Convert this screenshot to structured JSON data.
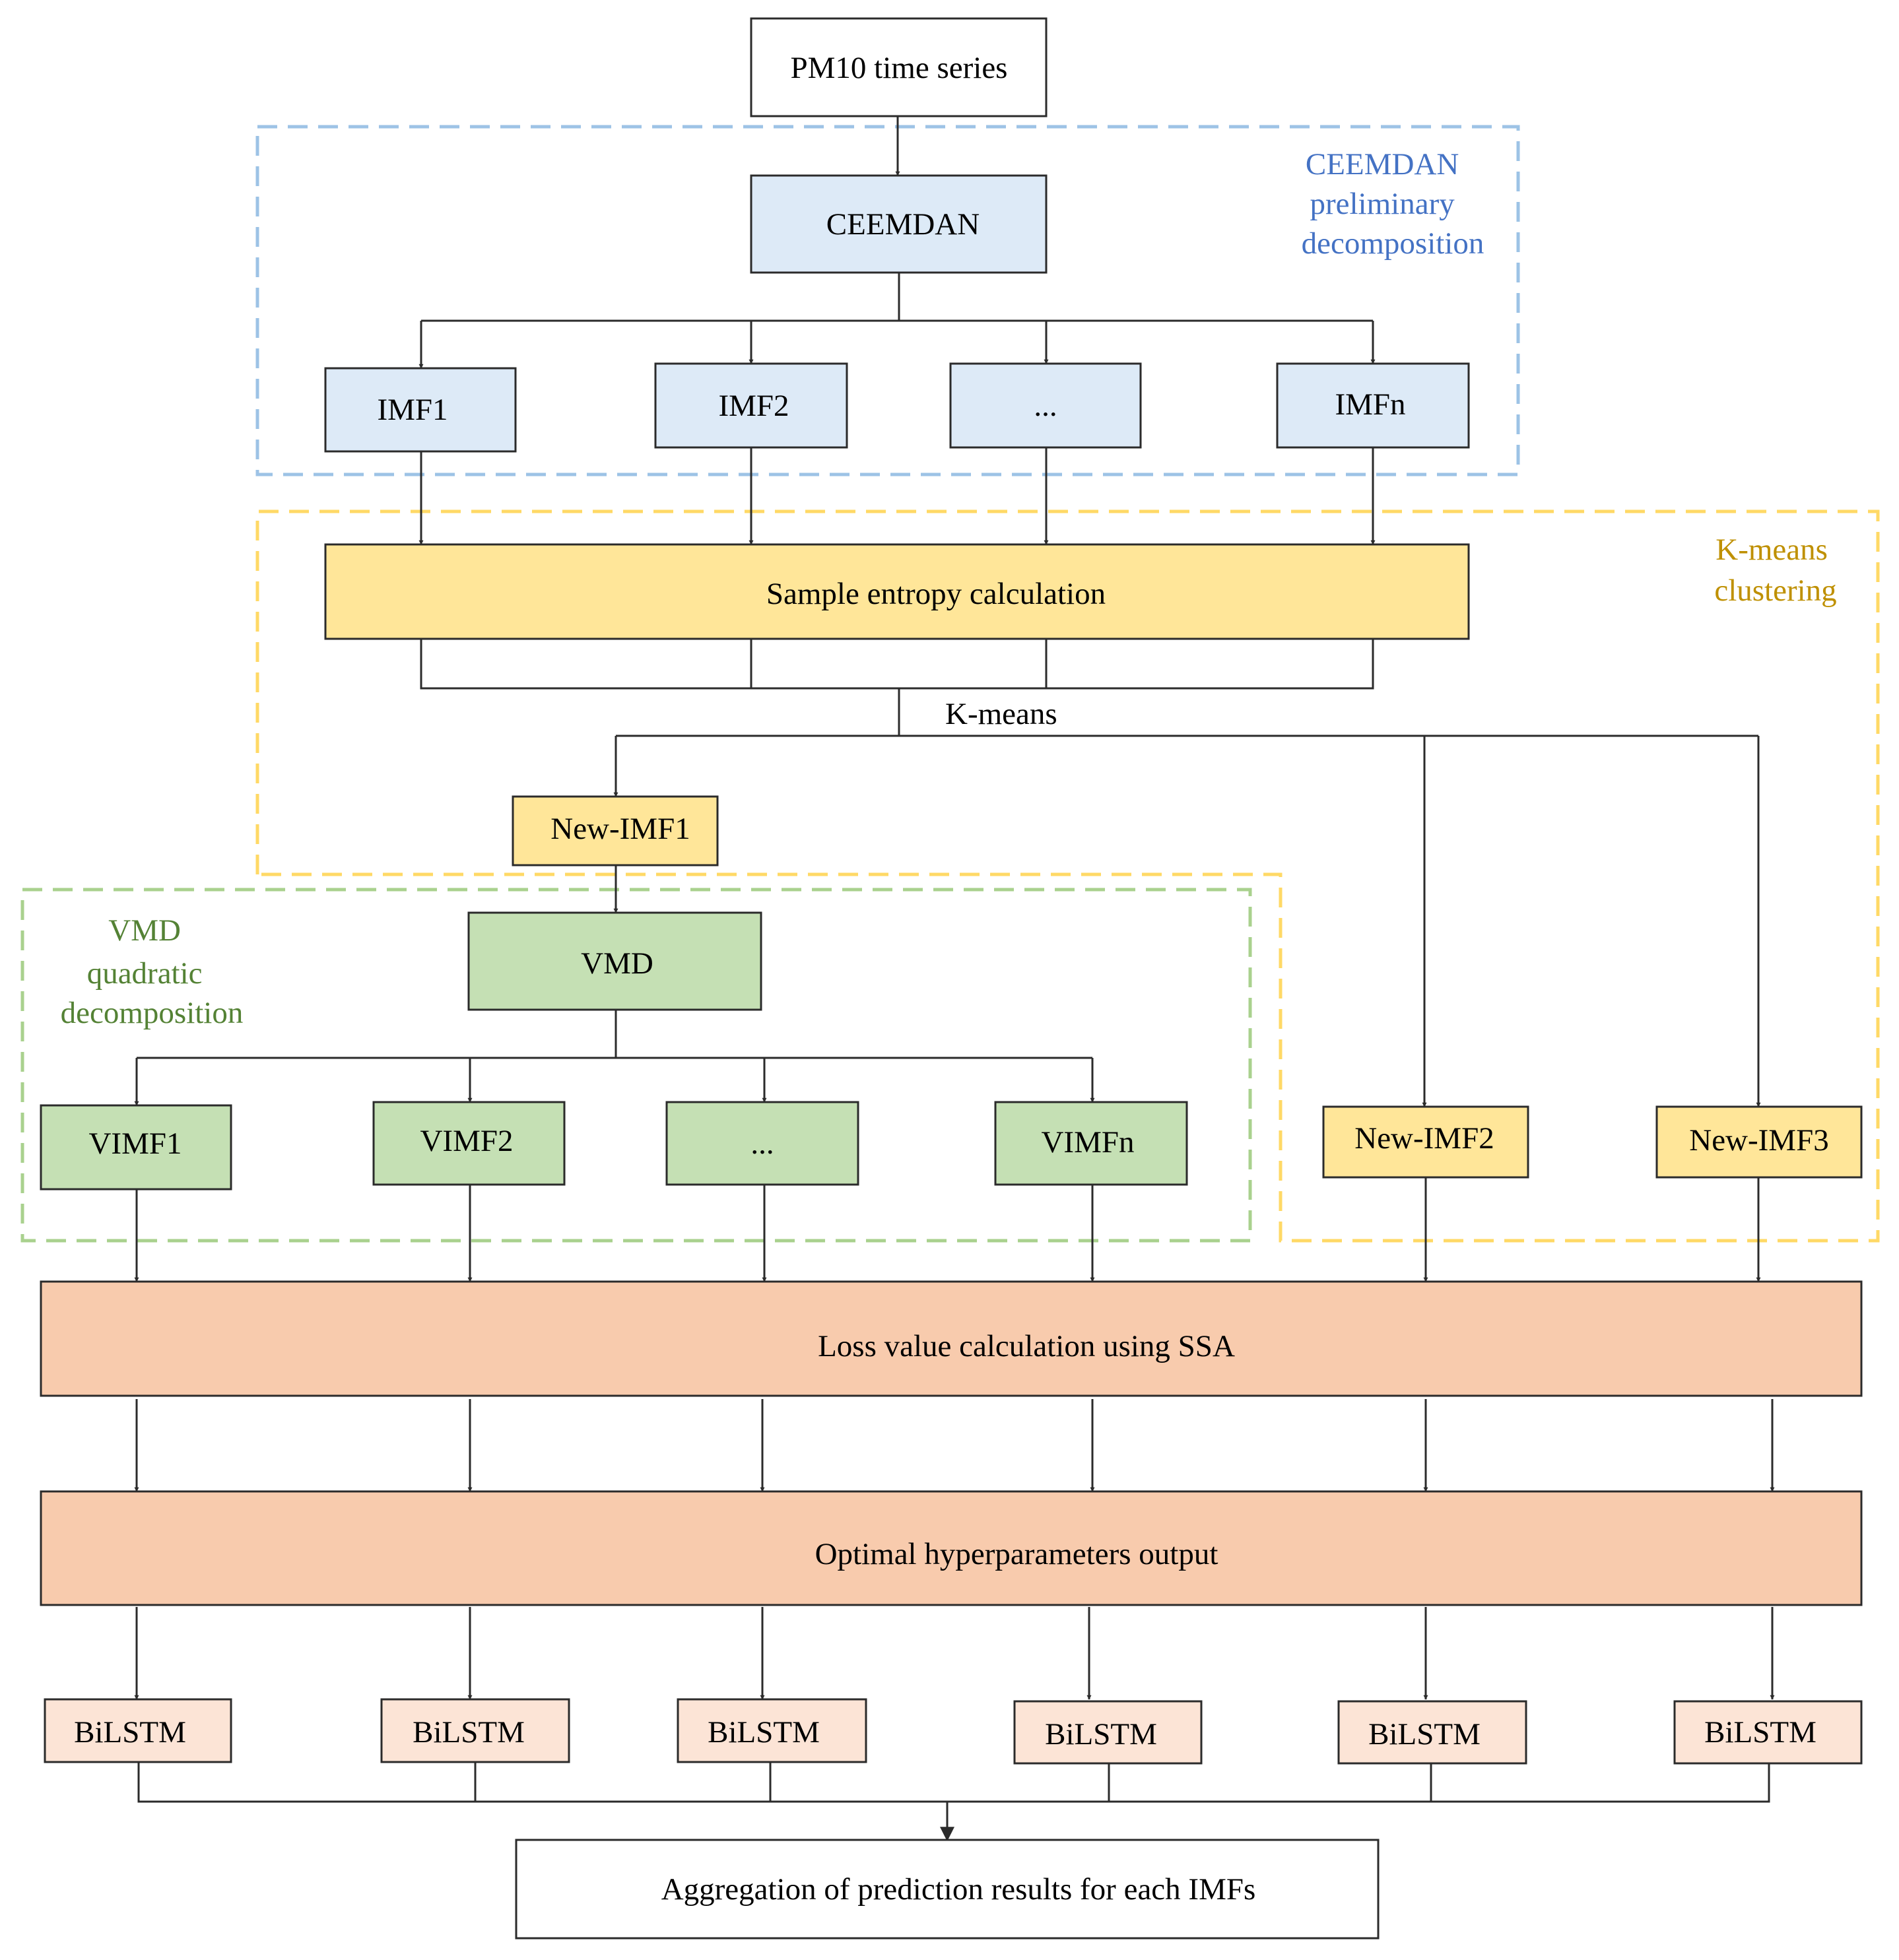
{
  "source": {
    "label": "PM10 time series"
  },
  "ceemdan": {
    "group_label": [
      "CEEMDAN",
      "preliminary",
      "decomposition"
    ],
    "node": "CEEMDAN",
    "imfs": [
      "IMF1",
      "IMF2",
      "...",
      "IMFn"
    ]
  },
  "kmeans": {
    "group_label": [
      "K-means",
      "clustering"
    ],
    "entropy": "Sample entropy calculation",
    "edge_label": "K-means",
    "new_imf1": "New-IMF1",
    "new_imf2": "New-IMF2",
    "new_imf3": "New-IMF3"
  },
  "vmd": {
    "group_label": [
      "VMD",
      "quadratic",
      "decomposition"
    ],
    "node": "VMD",
    "vimfs": [
      "VIMF1",
      "VIMF2",
      "...",
      "VIMFn"
    ]
  },
  "loss": "Loss value calculation using SSA",
  "hyper": "Optimal hyperparameters output",
  "bilstm": [
    "BiLSTM",
    "BiLSTM",
    "BiLSTM",
    "BiLSTM",
    "BiLSTM",
    "BiLSTM"
  ],
  "aggregation": "Aggregation of prediction results for each IMFs"
}
